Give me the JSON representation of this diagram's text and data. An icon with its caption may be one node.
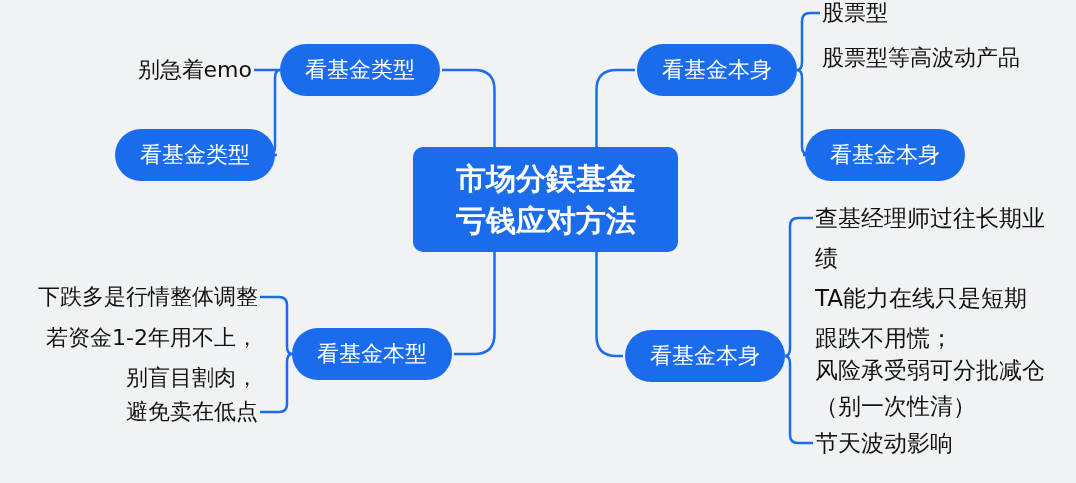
{
  "diagram": {
    "nodes": [
      {
        "text": [
          "市场分鋘基金亏钱应对方法"
        ]
      },
      {
        "text": [
          "看基金类型"
        ]
      },
      {
        "text": [
          "别急着emo"
        ]
      },
      {
        "text": [
          "看基金类型"
        ]
      },
      {
        "text": [
          "看基金本型"
        ]
      },
      {
        "text": [
          "下跌多是行情整体调整"
        ]
      },
      {
        "text": [
          "避免卖在低点"
        ]
      },
      {
        "text": [
          "看基金本身"
        ]
      },
      {
        "text": [
          "股票型"
        ]
      },
      {
        "text": [
          "看基金本身"
        ]
      },
      {
        "text": [
          "看基金本身"
        ]
      },
      {
        "text": [
          "查基经理师过往长期业绩"
        ]
      },
      {
        "text": [
          "节天波动影响"
        ]
      }
    ],
    "edges": [
      {
        "from": 0,
        "to": 1,
        "arrow": "none"
      },
      {
        "from": 1,
        "to": 2,
        "arrow": "none"
      },
      {
        "from": 1,
        "to": 3,
        "arrow": "none"
      },
      {
        "from": 0,
        "to": 4,
        "arrow": "none"
      },
      {
        "from": 4,
        "to": 5,
        "arrow": "none"
      },
      {
        "from": 4,
        "to": 6,
        "arrow": "none"
      },
      {
        "from": 0,
        "to": 7,
        "arrow": "none"
      },
      {
        "from": 7,
        "to": 8,
        "arrow": "none"
      },
      {
        "from": 7,
        "to": 9,
        "arrow": "none"
      },
      {
        "from": 0,
        "to": 10,
        "arrow": "none"
      },
      {
        "from": 10,
        "to": 11,
        "arrow": "none"
      },
      {
        "from": 10,
        "to": 12,
        "arrow": "none"
      }
    ],
    "labels": [
      "股票型等高波动产品",
      "TA能力在线只是短期跟跌不用慌；",
      "若资金1-2年用不上，别盲目割肉，",
      "风险承受弱可分批减仓（别一次性清）"
    ]
  }
}
